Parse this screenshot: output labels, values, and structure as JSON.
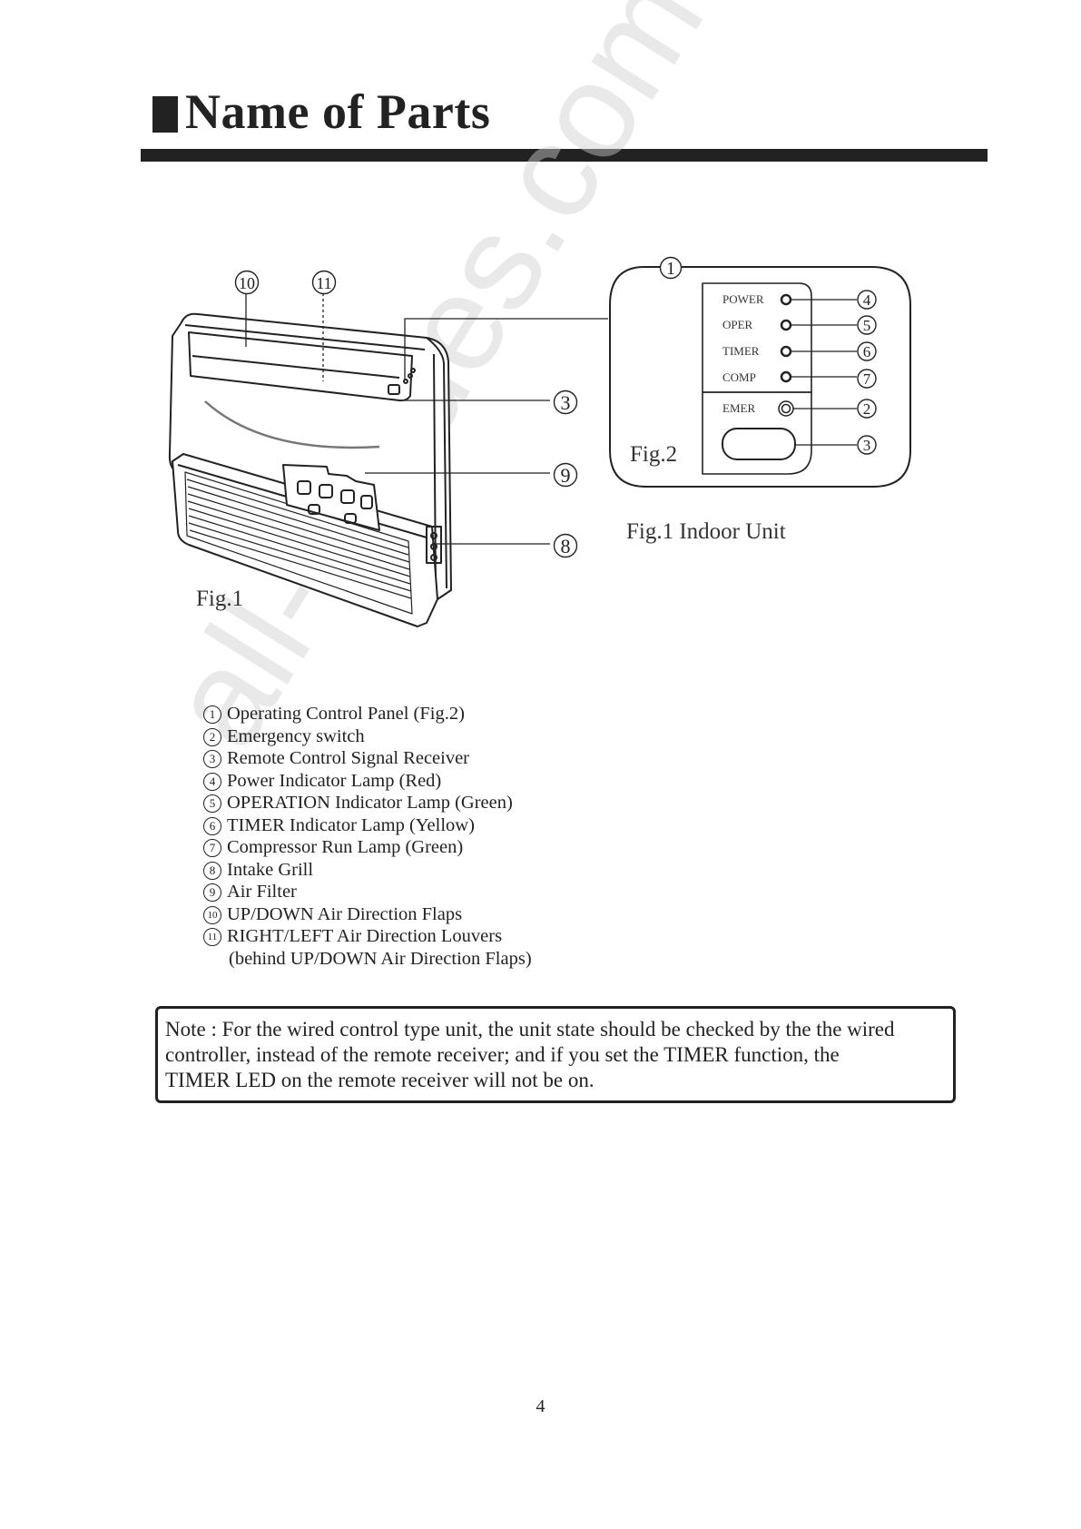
{
  "heading": {
    "title": "Name of Parts"
  },
  "figures": {
    "fig1_label": "Fig.1",
    "fig2_label": "Fig.2",
    "caption": "Fig.1 Indoor Unit",
    "callouts": {
      "c1": "1",
      "c2": "2",
      "c3": "3",
      "c4": "4",
      "c5": "5",
      "c6": "6",
      "c7": "7",
      "c8": "8",
      "c9": "9",
      "c10": "10",
      "c11": "11"
    },
    "panel": {
      "power": "POWER",
      "oper": "OPER",
      "timer": "TIMER",
      "comp": "COMP",
      "emer": "EMER"
    }
  },
  "parts": [
    {
      "num": "1",
      "text": "Operating Control Panel (Fig.2)"
    },
    {
      "num": "2",
      "text": "Emergency switch"
    },
    {
      "num": "3",
      "text": "Remote Control Signal Receiver"
    },
    {
      "num": "4",
      "text": "Power Indicator Lamp (Red)"
    },
    {
      "num": "5",
      "text": "OPERATION Indicator Lamp (Green)"
    },
    {
      "num": "6",
      "text": "TIMER Indicator Lamp (Yellow)"
    },
    {
      "num": "7",
      "text": "Compressor Run Lamp (Green)"
    },
    {
      "num": "8",
      "text": "Intake Grill"
    },
    {
      "num": "9",
      "text": "Air Filter"
    },
    {
      "num": "10",
      "text": "UP/DOWN Air Direction Flaps"
    },
    {
      "num": "11",
      "text": "RIGHT/LEFT Air Direction Louvers"
    }
  ],
  "parts_continuation": "(behind UP/DOWN Air Direction Flaps)",
  "note": {
    "line1": "Note : For the wired control type unit, the unit state should be checked by the the wired",
    "line2": "controller, instead of the remote receiver; and if you set the TIMER function, the",
    "line3": "TIMER LED on the remote receiver will not be on."
  },
  "page_number": "4",
  "watermark": "all-guides.com"
}
